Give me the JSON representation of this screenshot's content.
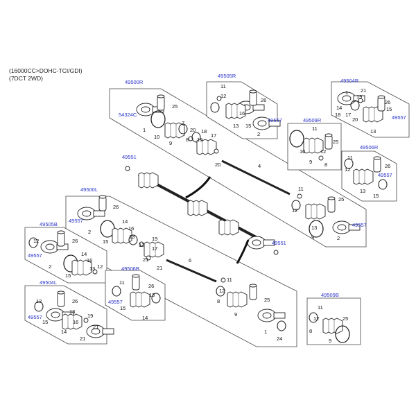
{
  "header": {
    "line1": "(16000CC>DOHC-TCI/GDI)",
    "line2": "(7DCT 2WD)"
  },
  "groups": {
    "g49500R": "49500R",
    "g49505R": "49505R",
    "g49504R": "49504R",
    "g49509R": "49509R",
    "g49506R": "49506R",
    "g49500L": "49500L",
    "g49505B": "49505B",
    "g49506B": "49506B",
    "g49504L": "49504L",
    "g49509B": "49509B"
  },
  "refs": {
    "r54324C": "54324C",
    "r49551": "49551",
    "r49557": "49557"
  },
  "nums": {
    "n1": "1",
    "n2": "2",
    "n4": "4",
    "n6": "6",
    "n7": "7",
    "n8": "8",
    "n9": "9",
    "n10": "10",
    "n11": "11",
    "n12": "12",
    "n13": "13",
    "n14": "14",
    "n15": "15",
    "n16": "16",
    "n17": "17",
    "n18": "18",
    "n19": "19",
    "n20": "20",
    "n21": "21",
    "n24": "24",
    "n25": "25",
    "n26": "26"
  }
}
